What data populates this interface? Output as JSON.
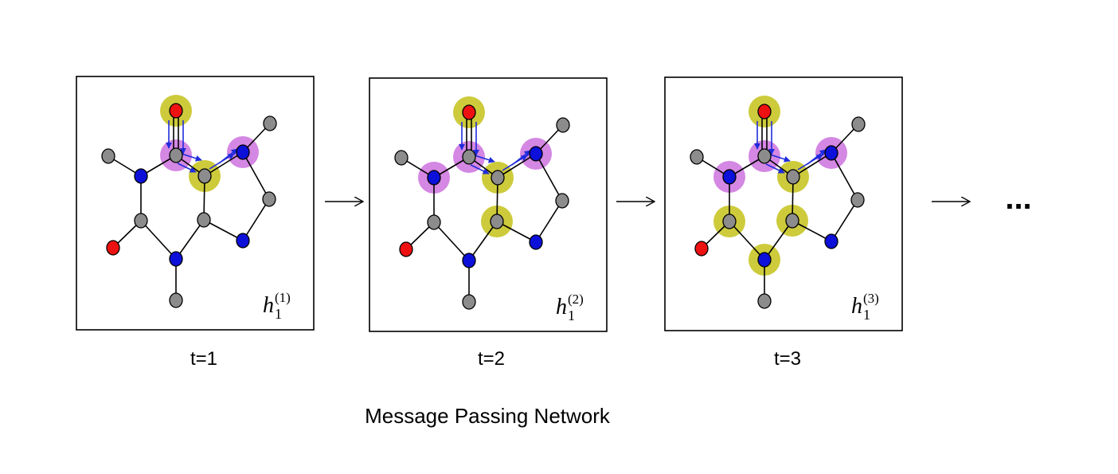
{
  "colors": {
    "carbon": "#8c8c8c",
    "nitrogen": "#0c10d8",
    "oxygen": "#ee1111",
    "receiving_highlight": "#cdcb3b",
    "sending_highlight": "#d487e3",
    "message_arrow": "#1f2bdc"
  },
  "panels": [
    {
      "step_label": "t=1",
      "h_symbol": "h",
      "h_subscript": "1",
      "h_superscript": "(1)",
      "yellow_nodes": [
        "O1",
        "C5"
      ],
      "purple_nodes": [
        "C6",
        "N7"
      ]
    },
    {
      "step_label": "t=2",
      "h_symbol": "h",
      "h_subscript": "1",
      "h_superscript": "(2)",
      "yellow_nodes": [
        "O1",
        "C5",
        "C4"
      ],
      "purple_nodes": [
        "C6",
        "N7",
        "N1"
      ]
    },
    {
      "step_label": "t=3",
      "h_symbol": "h",
      "h_subscript": "1",
      "h_superscript": "(3)",
      "yellow_nodes": [
        "O1",
        "C5",
        "C4",
        "C2",
        "N3"
      ],
      "purple_nodes": [
        "C6",
        "N7",
        "N1"
      ]
    }
  ],
  "continuation": "...",
  "caption": "Message Passing Network"
}
